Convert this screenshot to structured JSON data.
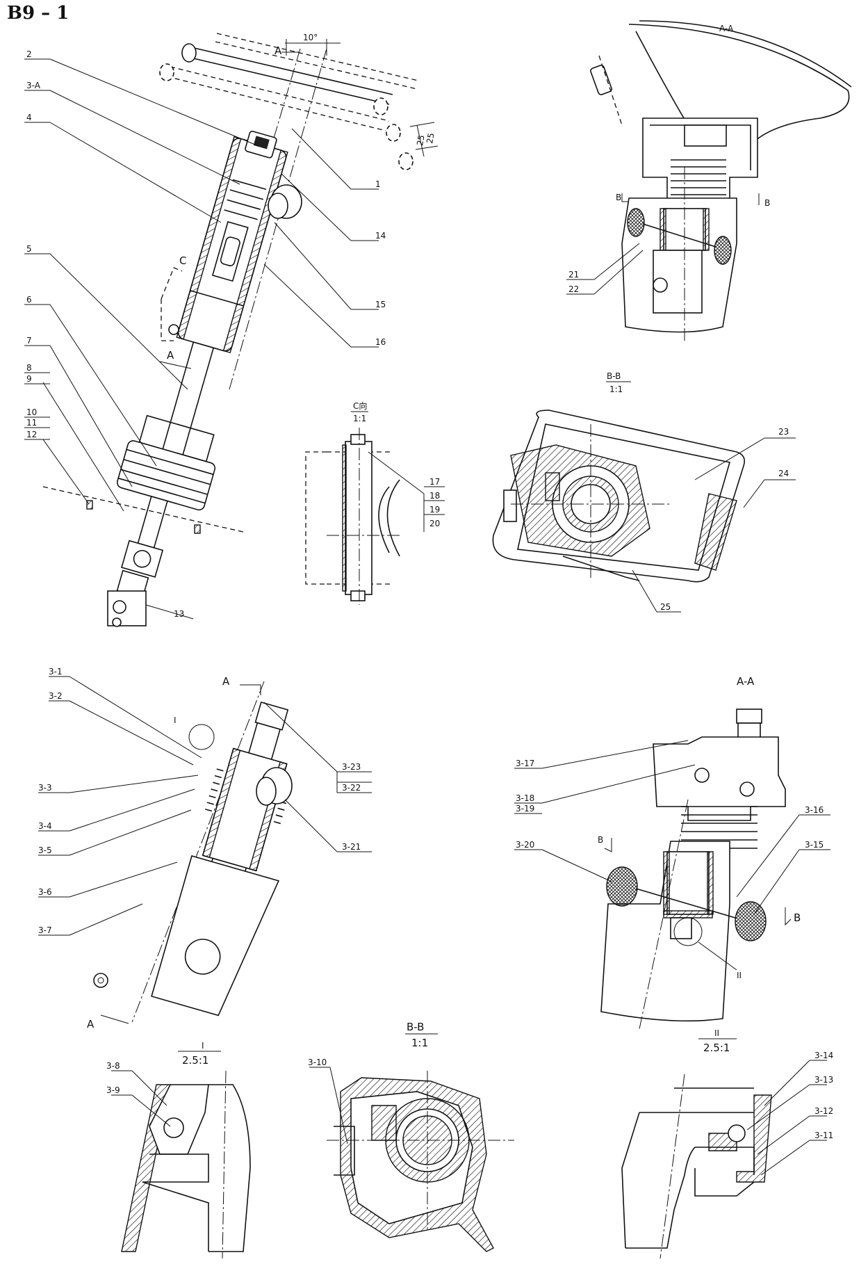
{
  "page_title": "B9 – 1",
  "top_view": {
    "angle_label": "10°",
    "section_marks": [
      "A",
      "A"
    ],
    "detail_mark": "C",
    "dim_labels": [
      "25",
      "25"
    ],
    "callouts": [
      "2",
      "3-A",
      "4",
      "5",
      "6",
      "7",
      "8",
      "9",
      "10",
      "11",
      "12",
      "13",
      "1",
      "14",
      "15",
      "16"
    ]
  },
  "top_right_view": {
    "title": "A-A",
    "section_marks": [
      "B",
      "B"
    ],
    "callouts": [
      "21",
      "22"
    ]
  },
  "detail_c": {
    "title": "C向",
    "scale": "1:1",
    "callouts": [
      "17",
      "18",
      "19",
      "20"
    ]
  },
  "section_bb_top": {
    "title": "B-B",
    "scale": "1:1",
    "callouts": [
      "23",
      "24",
      "25"
    ]
  },
  "mid_left_view": {
    "section_marks": [
      "A",
      "A"
    ],
    "detail_mark": "I",
    "callouts": [
      "3-1",
      "3-2",
      "3-3",
      "3-4",
      "3-5",
      "3-6",
      "3-7",
      "3-23",
      "3-22",
      "3-21"
    ]
  },
  "mid_right_view": {
    "title": "A-A",
    "section_marks": [
      "B",
      "B"
    ],
    "detail_mark": "II",
    "callouts": [
      "3-17",
      "3-18",
      "3-19",
      "3-20",
      "3-16",
      "3-15"
    ]
  },
  "detail_i": {
    "title": "I",
    "scale": "2.5:1",
    "callouts": [
      "3-8",
      "3-9"
    ]
  },
  "section_bb_bottom": {
    "title": "B-B",
    "scale": "1:1",
    "callouts": [
      "3-10"
    ]
  },
  "detail_ii": {
    "title": "II",
    "scale": "2.5:1",
    "callouts": [
      "3-14",
      "3-13",
      "3-12",
      "3-11"
    ]
  }
}
